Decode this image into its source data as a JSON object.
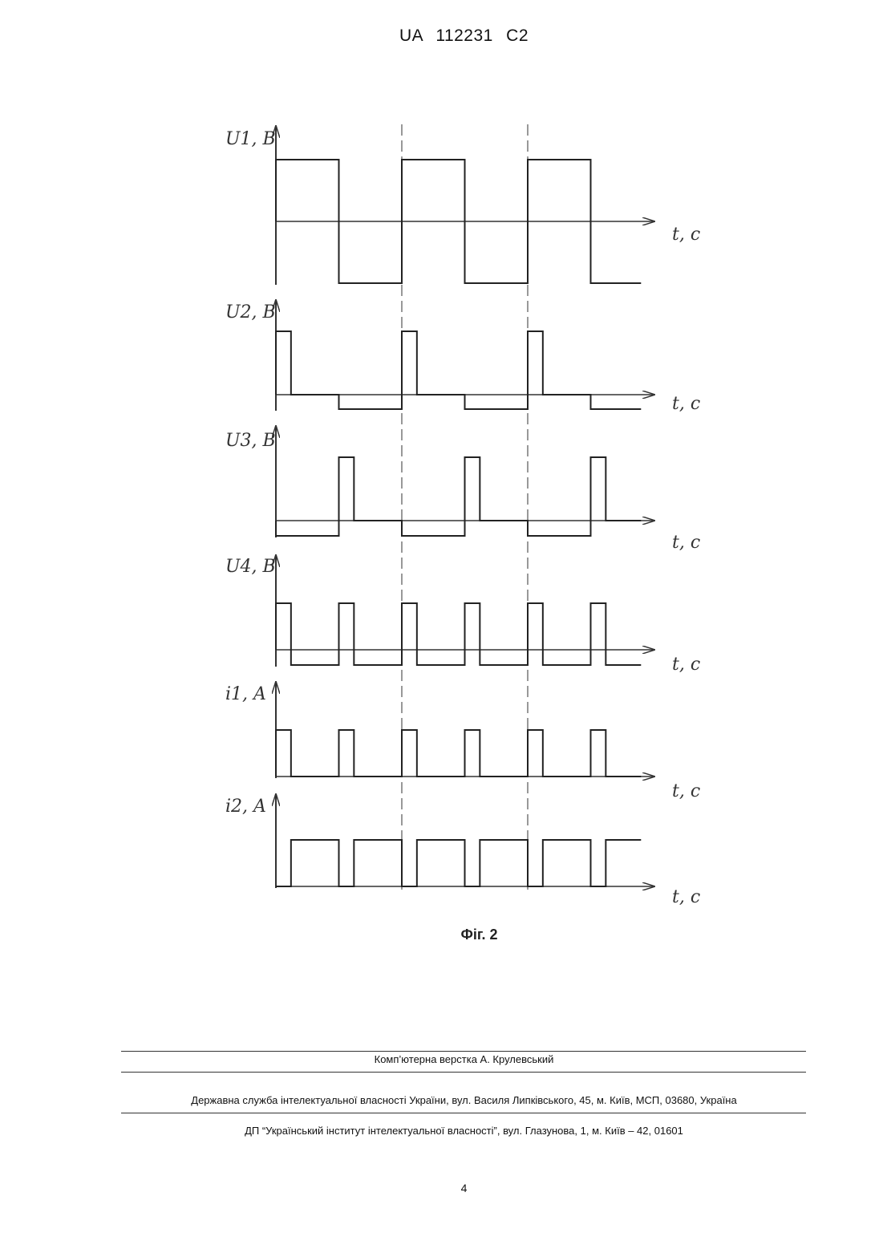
{
  "header": {
    "patent_number": "UA 112231 C2"
  },
  "figure": {
    "caption": "Фіг. 2",
    "time_axis_label": "t, c",
    "plots": [
      {
        "id": "u1",
        "label": "U1, B",
        "waveform": [
          [
            0,
            1
          ],
          [
            0.5,
            -1
          ],
          [
            1,
            1
          ],
          [
            1.5,
            -1
          ],
          [
            2,
            1
          ],
          [
            2.5,
            -1
          ],
          [
            2.9,
            -1
          ]
        ]
      },
      {
        "id": "u2",
        "label": "U2, B",
        "waveform": [
          [
            0,
            1
          ],
          [
            0.12,
            0
          ],
          [
            0.5,
            -0.22
          ],
          [
            1,
            1
          ],
          [
            1.12,
            0
          ],
          [
            1.5,
            -0.22
          ],
          [
            2,
            1
          ],
          [
            2.12,
            0
          ],
          [
            2.5,
            -0.22
          ],
          [
            2.9,
            -0.22
          ]
        ]
      },
      {
        "id": "u3",
        "label": "U3, B",
        "waveform": [
          [
            0,
            -0.22
          ],
          [
            0.5,
            1
          ],
          [
            0.62,
            0
          ],
          [
            1,
            -0.22
          ],
          [
            1.5,
            1
          ],
          [
            1.62,
            0
          ],
          [
            2,
            -0.22
          ],
          [
            2.5,
            1
          ],
          [
            2.62,
            0
          ],
          [
            2.9,
            0
          ]
        ]
      },
      {
        "id": "u4",
        "label": "U4, B",
        "waveform": [
          [
            0,
            1
          ],
          [
            0.12,
            -0.22
          ],
          [
            0.5,
            1
          ],
          [
            0.62,
            -0.22
          ],
          [
            1,
            1
          ],
          [
            1.12,
            -0.22
          ],
          [
            1.5,
            1
          ],
          [
            1.62,
            -0.22
          ],
          [
            2,
            1
          ],
          [
            2.12,
            -0.22
          ],
          [
            2.5,
            1
          ],
          [
            2.62,
            -0.22
          ],
          [
            2.9,
            -0.22
          ]
        ]
      },
      {
        "id": "i1",
        "label": "i1, A",
        "waveform": [
          [
            0,
            1
          ],
          [
            0.12,
            0
          ],
          [
            0.5,
            1
          ],
          [
            0.62,
            0
          ],
          [
            1,
            1
          ],
          [
            1.12,
            0
          ],
          [
            1.5,
            1
          ],
          [
            1.62,
            0
          ],
          [
            2,
            1
          ],
          [
            2.12,
            0
          ],
          [
            2.5,
            1
          ],
          [
            2.62,
            0
          ],
          [
            2.9,
            0
          ]
        ]
      },
      {
        "id": "i2",
        "label": "i2, A",
        "waveform": [
          [
            0,
            0
          ],
          [
            0.12,
            1
          ],
          [
            0.5,
            0
          ],
          [
            0.62,
            1
          ],
          [
            1,
            0
          ],
          [
            1.12,
            1
          ],
          [
            1.5,
            0
          ],
          [
            1.62,
            1
          ],
          [
            2,
            0
          ],
          [
            2.12,
            1
          ],
          [
            2.5,
            0
          ],
          [
            2.62,
            1
          ],
          [
            2.9,
            1
          ]
        ]
      }
    ]
  },
  "footer": {
    "layout": "Комп’ютерна верстка А. Крулевський",
    "publisher": "Державна служба інтелектуальної власності України, вул. Василя Липківського, 45, м. Київ, МСП, 03680, Україна",
    "institute": "ДП “Український інститут інтелектуальної власності”, вул. Глазунова, 1, м. Київ – 42, 01601",
    "page_number": "4"
  }
}
